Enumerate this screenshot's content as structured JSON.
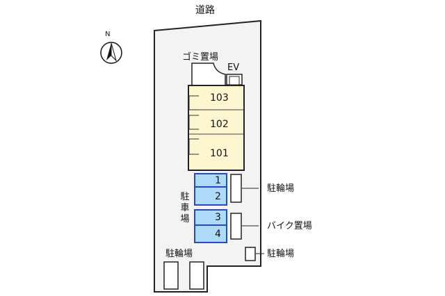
{
  "road": "道路",
  "compass": {
    "north_label": "N"
  },
  "facilities": {
    "garbage": "ゴミ置場",
    "elevator": "EV",
    "bicycle_parking": "駐輪場",
    "motorbike_parking": "バイク置場"
  },
  "units": [
    "103",
    "102",
    "101"
  ],
  "parking": {
    "label_chars": [
      "駐",
      "車",
      "場"
    ],
    "spaces": [
      "1",
      "2",
      "3",
      "4"
    ]
  },
  "colors": {
    "unit_fill": "#fbf6cf",
    "parking_fill": "#aedcf8",
    "parking_stroke": "#2a47c8",
    "site_fill": "#f3f3f3"
  }
}
